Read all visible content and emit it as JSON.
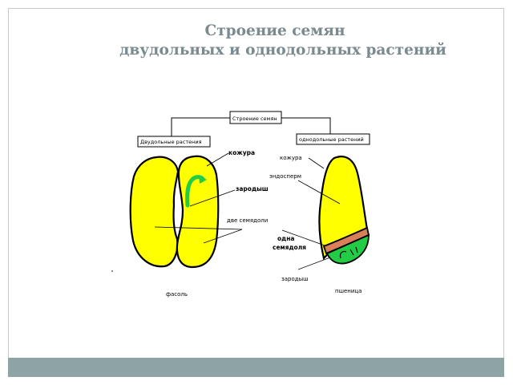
{
  "title": {
    "line1": "Строение семян",
    "line2": "двудольных и однодольных растений"
  },
  "diagram": {
    "root_box": "Строение семян",
    "left_box": "Двудольные растения",
    "right_box": "однодольные растений",
    "labels": {
      "bean_coat": "кожура",
      "bean_embryo": "зародыш",
      "bean_cotyledons": "две семядоли",
      "bean": "фасоль",
      "wheat_coat": "кожура",
      "wheat_endosperm": "эндосперм",
      "wheat_cotyledon_1": "одна",
      "wheat_cotyledon_2": "семядоля",
      "wheat_embryo": "зародыш",
      "wheat": "пшеница"
    },
    "colors": {
      "seed_fill": "#ffff00",
      "embryo_green": "#22cc44",
      "cotyledon_orange": "#d9805a",
      "outline": "#000000"
    }
  },
  "footer": {
    "color": "#8ea3a3"
  }
}
